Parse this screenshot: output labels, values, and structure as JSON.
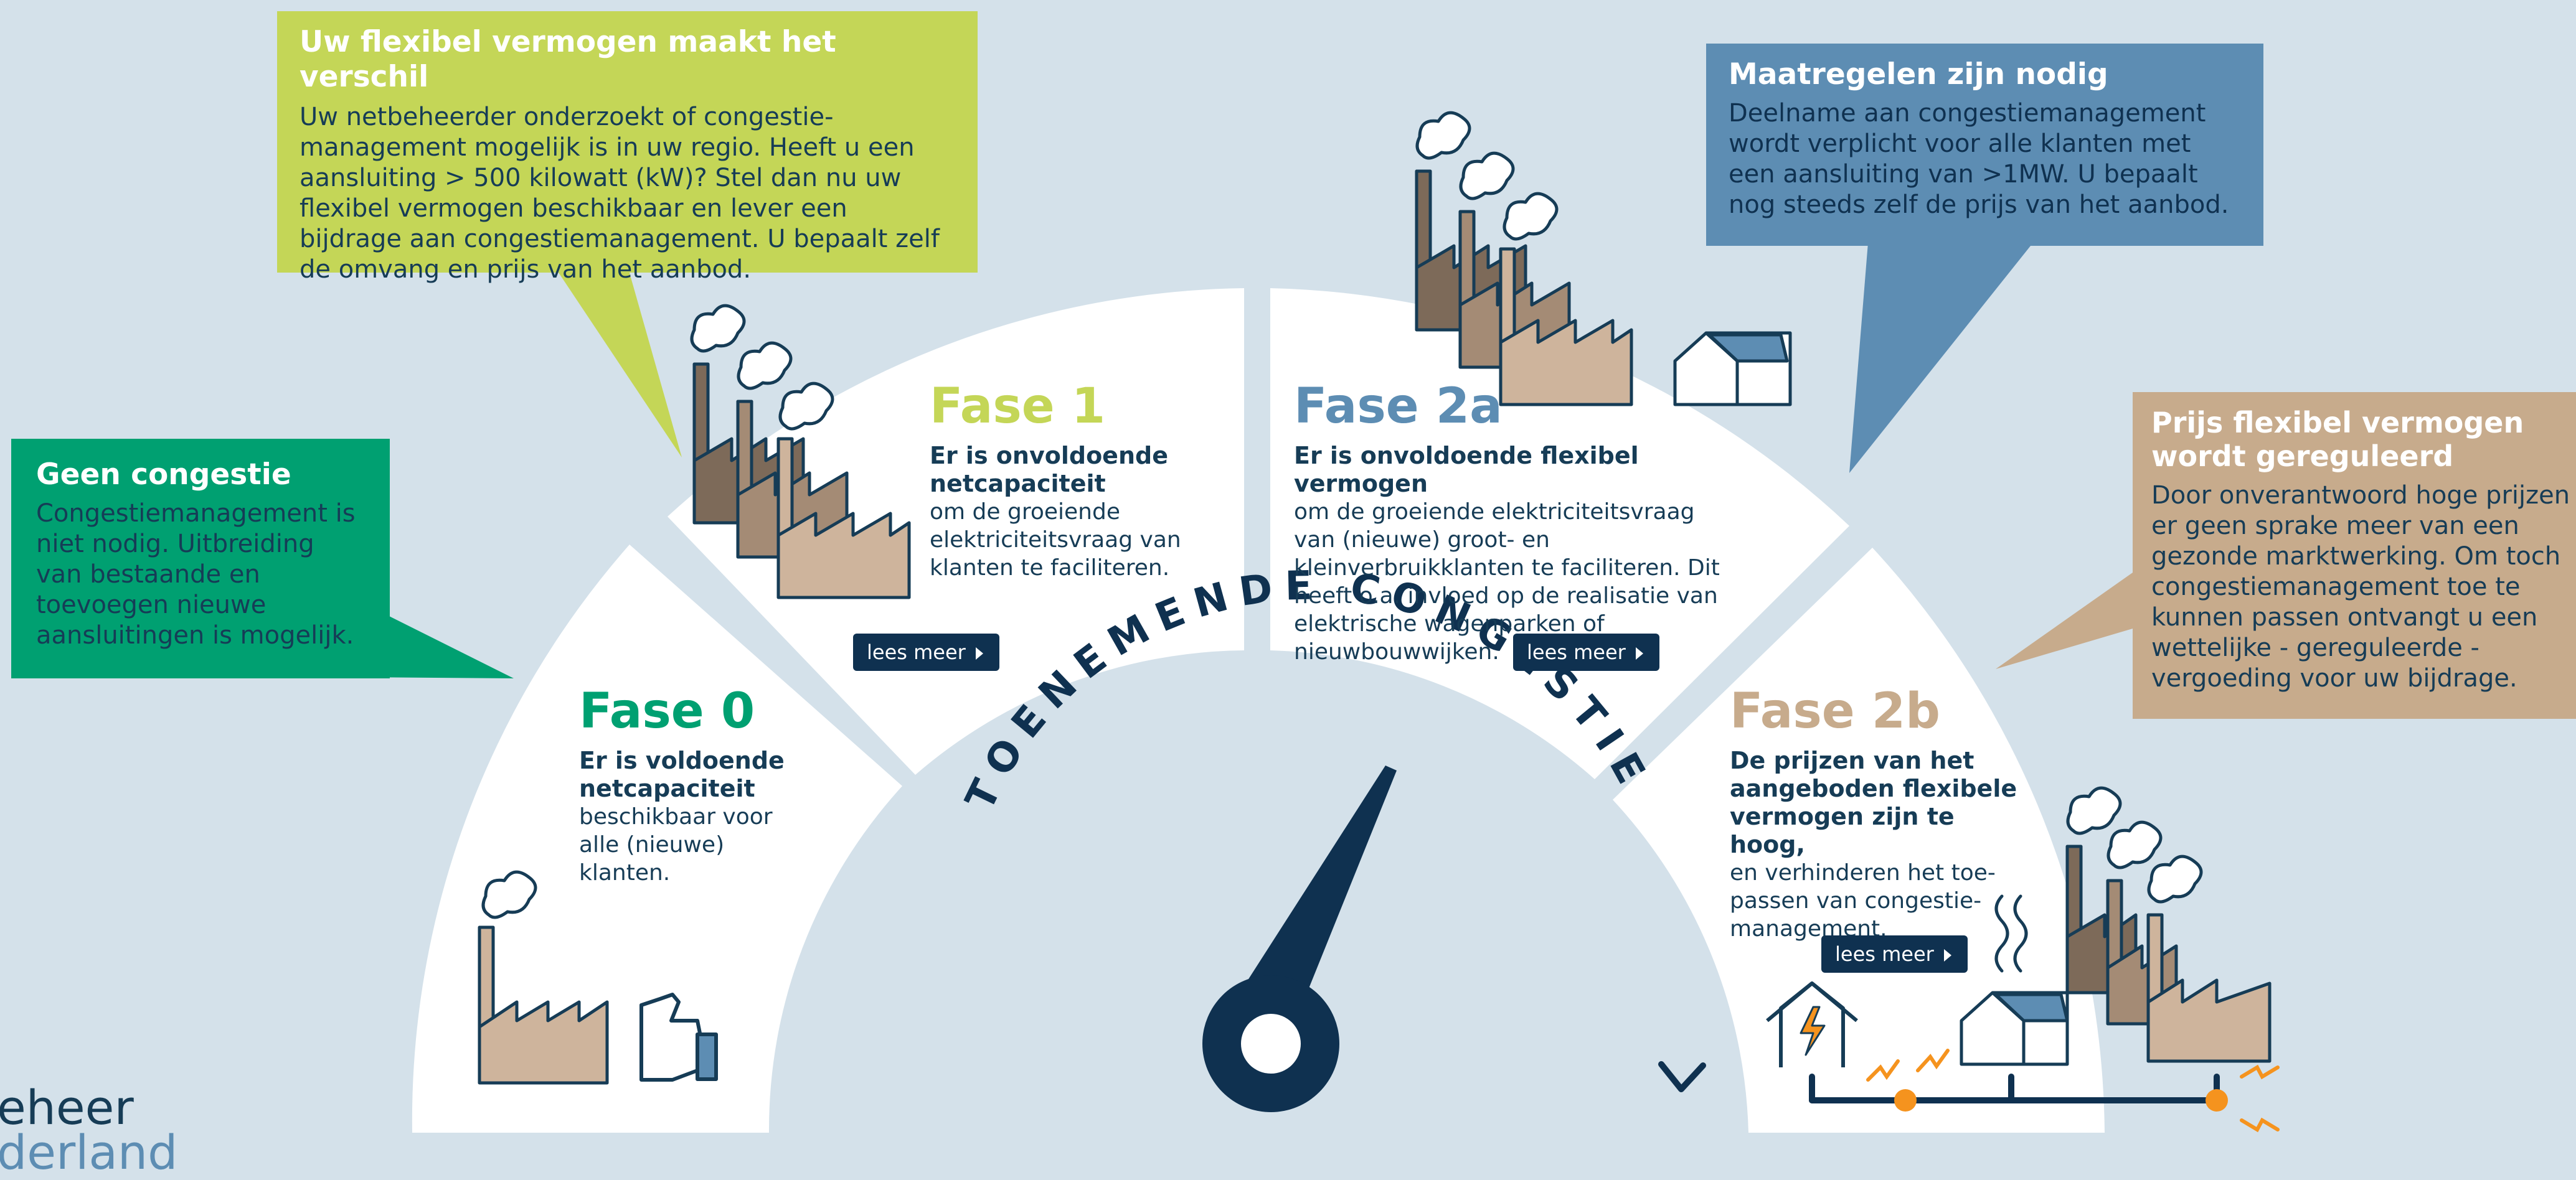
{
  "colors": {
    "background": "#d4e1ea",
    "navy": "#0f3150",
    "green": "#00a071",
    "lime": "#c4d657",
    "blue": "#5d8db3",
    "tan": "#c7ab8c",
    "factory_dark": "#7d6a59",
    "factory_mid": "#a48b75",
    "factory_light": "#ceb49c",
    "orange": "#f5931e"
  },
  "callouts": {
    "geen_congestie": {
      "title": "Geen congestie",
      "text": "Congestiemanagement is niet nodig. Uitbreiding van bestaande en toevoegen nieuwe aansluitingen is mogelijk."
    },
    "flexibel_vermogen": {
      "title": "Uw flexibel vermogen maakt het verschil",
      "text": "Uw netbeheerder onderzoekt of congestie-management mogelijk is in uw regio. Heeft u een aansluiting > 500 kilowatt (kW)? Stel dan nu uw flexibel vermogen beschikbaar en lever een bijdrage aan congestiemanagement. U bepaalt zelf de omvang en prijs van het aanbod."
    },
    "maatregelen": {
      "title": "Maatregelen zijn nodig",
      "text": "Deelname aan congestiemanagement wordt verplicht voor alle klanten met een aansluiting van >1MW. U bepaalt nog steeds zelf de prijs van het aanbod."
    },
    "prijs": {
      "title": "Prijs flexibel vermogen wordt gereguleerd",
      "text": "Door onverantwoord hoge prijzen is er geen sprake meer van een gezonde marktwerking. Om toch congestiemanagement toe te kunnen passen ontvangt u een wettelijke - gereguleerde - vergoeding voor uw bijdrage."
    }
  },
  "phases": {
    "fase0": {
      "title": "Fase 0",
      "lead": "Er is voldoende netcapaciteit",
      "body": "beschikbaar voor alle (nieuwe) klanten."
    },
    "fase1": {
      "title": "Fase 1",
      "lead": "Er is onvoldoende netcapaciteit",
      "body": "om de groeiende elektriciteitsvraag van klanten te faciliteren.",
      "button": "lees meer"
    },
    "fase2a": {
      "title": "Fase 2a",
      "lead": "Er is onvoldoende flexibel vermogen",
      "body": "om de groeiende elektriciteitsvraag van (nieuwe) groot- en kleinverbruikklanten te faciliteren. Dit heeft o.a. invloed op de realisatie van elektrische wagenparken of nieuwbouwwijken.",
      "button": "lees meer"
    },
    "fase2b": {
      "title": "Fase 2b",
      "lead": "De prijzen van het aangeboden flexibele vermogen zijn te hoog,",
      "body": "en verhinderen het toe-passen van congestie-management.",
      "button": "lees meer"
    }
  },
  "gauge_label": "TOENEMENDE CONGESTIE",
  "logo": {
    "line1": "eheer",
    "line2": "derland"
  }
}
